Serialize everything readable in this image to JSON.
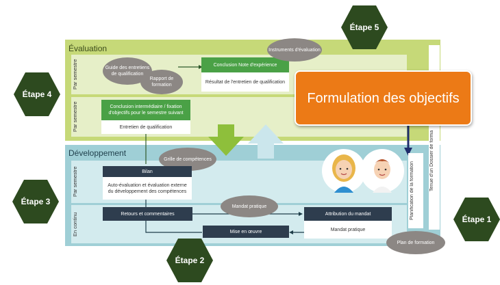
{
  "evaluation": {
    "title": "Évaluation",
    "row1_label": "Par semestre",
    "row2_label": "Par semestre",
    "bubble_guide": "Guide des entretiens de qualification",
    "bubble_rapport": "Rapport de formation",
    "bubble_instruments": "Instruments d'évaluation",
    "conclusion_head": "Conclusion Note d'expérience",
    "conclusion_body": "Résultat de l'entretien de qualification",
    "intermediaire_head": "Conclusion intermédiaire / fixation d'objectifs pour le semestre suivant",
    "intermediaire_body": "Entretien de qualification"
  },
  "developpement": {
    "title": "Développement",
    "row1_label": "Par semestre",
    "row2_label": "En continu",
    "bubble_grille": "Grille de compétences",
    "bilan_head": "Bilan",
    "bilan_body": "Auto-évaluation et évaluation externe du développement des compétences",
    "bubble_mandat": "Mandat pratique",
    "retours": "Retours et commentaires",
    "attribution_head": "Attribution du mandat",
    "attribution_body": "Mandat pratique",
    "mise": "Mise en œuvre",
    "bubble_plan": "Plan de formation"
  },
  "side": {
    "planification": "Planification de la formation",
    "tenue": "Tenue d'un Dossier de forma"
  },
  "callout": "Formulation des objectifs",
  "steps": {
    "etape1": "Étape 1",
    "etape2": "Étape 2",
    "etape3": "Étape 3",
    "etape4": "Étape 4",
    "etape5": "Étape 5"
  },
  "colors": {
    "evaluation_zone": "#c6d978",
    "developpement_zone": "#9fcfd6",
    "green_box": "#4aa146",
    "navy_box": "#2e3d4e",
    "hexagon": "#2d4a1f",
    "callout": "#ec7a16",
    "bubble": "#8c8784"
  }
}
